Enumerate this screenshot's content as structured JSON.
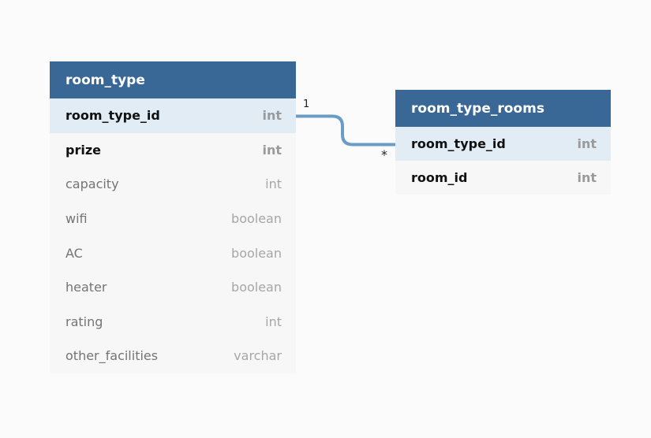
{
  "tables": [
    {
      "name": "room_type",
      "fields": [
        {
          "name": "room_type_id",
          "type": "int",
          "pk": true,
          "bold": true
        },
        {
          "name": "prize",
          "type": "int",
          "pk": false,
          "bold": true
        },
        {
          "name": "capacity",
          "type": "int",
          "pk": false,
          "bold": false
        },
        {
          "name": "wifi",
          "type": "boolean",
          "pk": false,
          "bold": false
        },
        {
          "name": "AC",
          "type": "boolean",
          "pk": false,
          "bold": false
        },
        {
          "name": "heater",
          "type": "boolean",
          "pk": false,
          "bold": false
        },
        {
          "name": "rating",
          "type": "int",
          "pk": false,
          "bold": false
        },
        {
          "name": "other_facilities",
          "type": "varchar",
          "pk": false,
          "bold": false
        }
      ]
    },
    {
      "name": "room_type_rooms",
      "fields": [
        {
          "name": "room_type_id",
          "type": "int",
          "pk": true,
          "bold": true
        },
        {
          "name": "room_id",
          "type": "int",
          "pk": false,
          "bold": true
        }
      ]
    }
  ],
  "relationship": {
    "from_table": "room_type",
    "from_field": "room_type_id",
    "from_cardinality": "1",
    "to_table": "room_type_rooms",
    "to_field": "room_type_id",
    "to_cardinality": "*",
    "line_color": "#6a9cc6"
  },
  "colors": {
    "header": "#396896",
    "pk_row": "#e1ecf5",
    "table_body": "#f7f7f7",
    "background": "#fbfbfc"
  }
}
